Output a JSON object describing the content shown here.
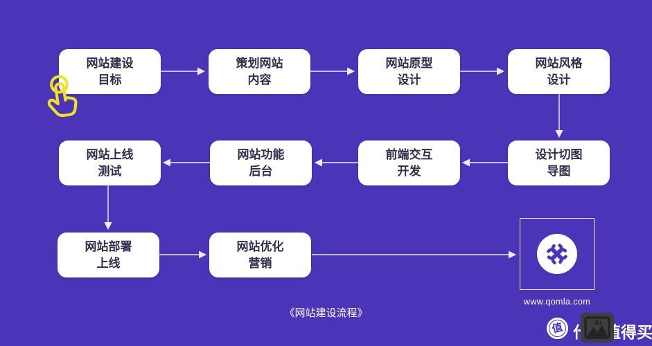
{
  "colors": {
    "background": "#4B34B8",
    "box_fill": "#FFFFFF",
    "box_text": "#2E2E4E",
    "connector": "#EFECFF",
    "tap_icon_yellow": "#F2E322",
    "watermark_badge": "#3E3E3E"
  },
  "flow": {
    "boxes": [
      {
        "label": "网站建设\n目标"
      },
      {
        "label": "策划网站\n内容"
      },
      {
        "label": "网站原型\n设计"
      },
      {
        "label": "网站风格\n设计"
      },
      {
        "label": "网站上线\n测试"
      },
      {
        "label": "网站功能\n后台"
      },
      {
        "label": "前端交互\n开发"
      },
      {
        "label": "设计切图\n导图"
      },
      {
        "label": "网站部署\n上线"
      },
      {
        "label": "网站优化\n营销"
      }
    ],
    "caption": "《网站建设流程》"
  },
  "logo": {
    "icon": "qomla-knot-icon",
    "url": "www.qomla.com"
  },
  "cursor": {
    "icon": "tap-gesture-icon"
  },
  "watermark": {
    "brand_char": "值",
    "brand_text": "什么值得买",
    "badge_label": "AI"
  }
}
